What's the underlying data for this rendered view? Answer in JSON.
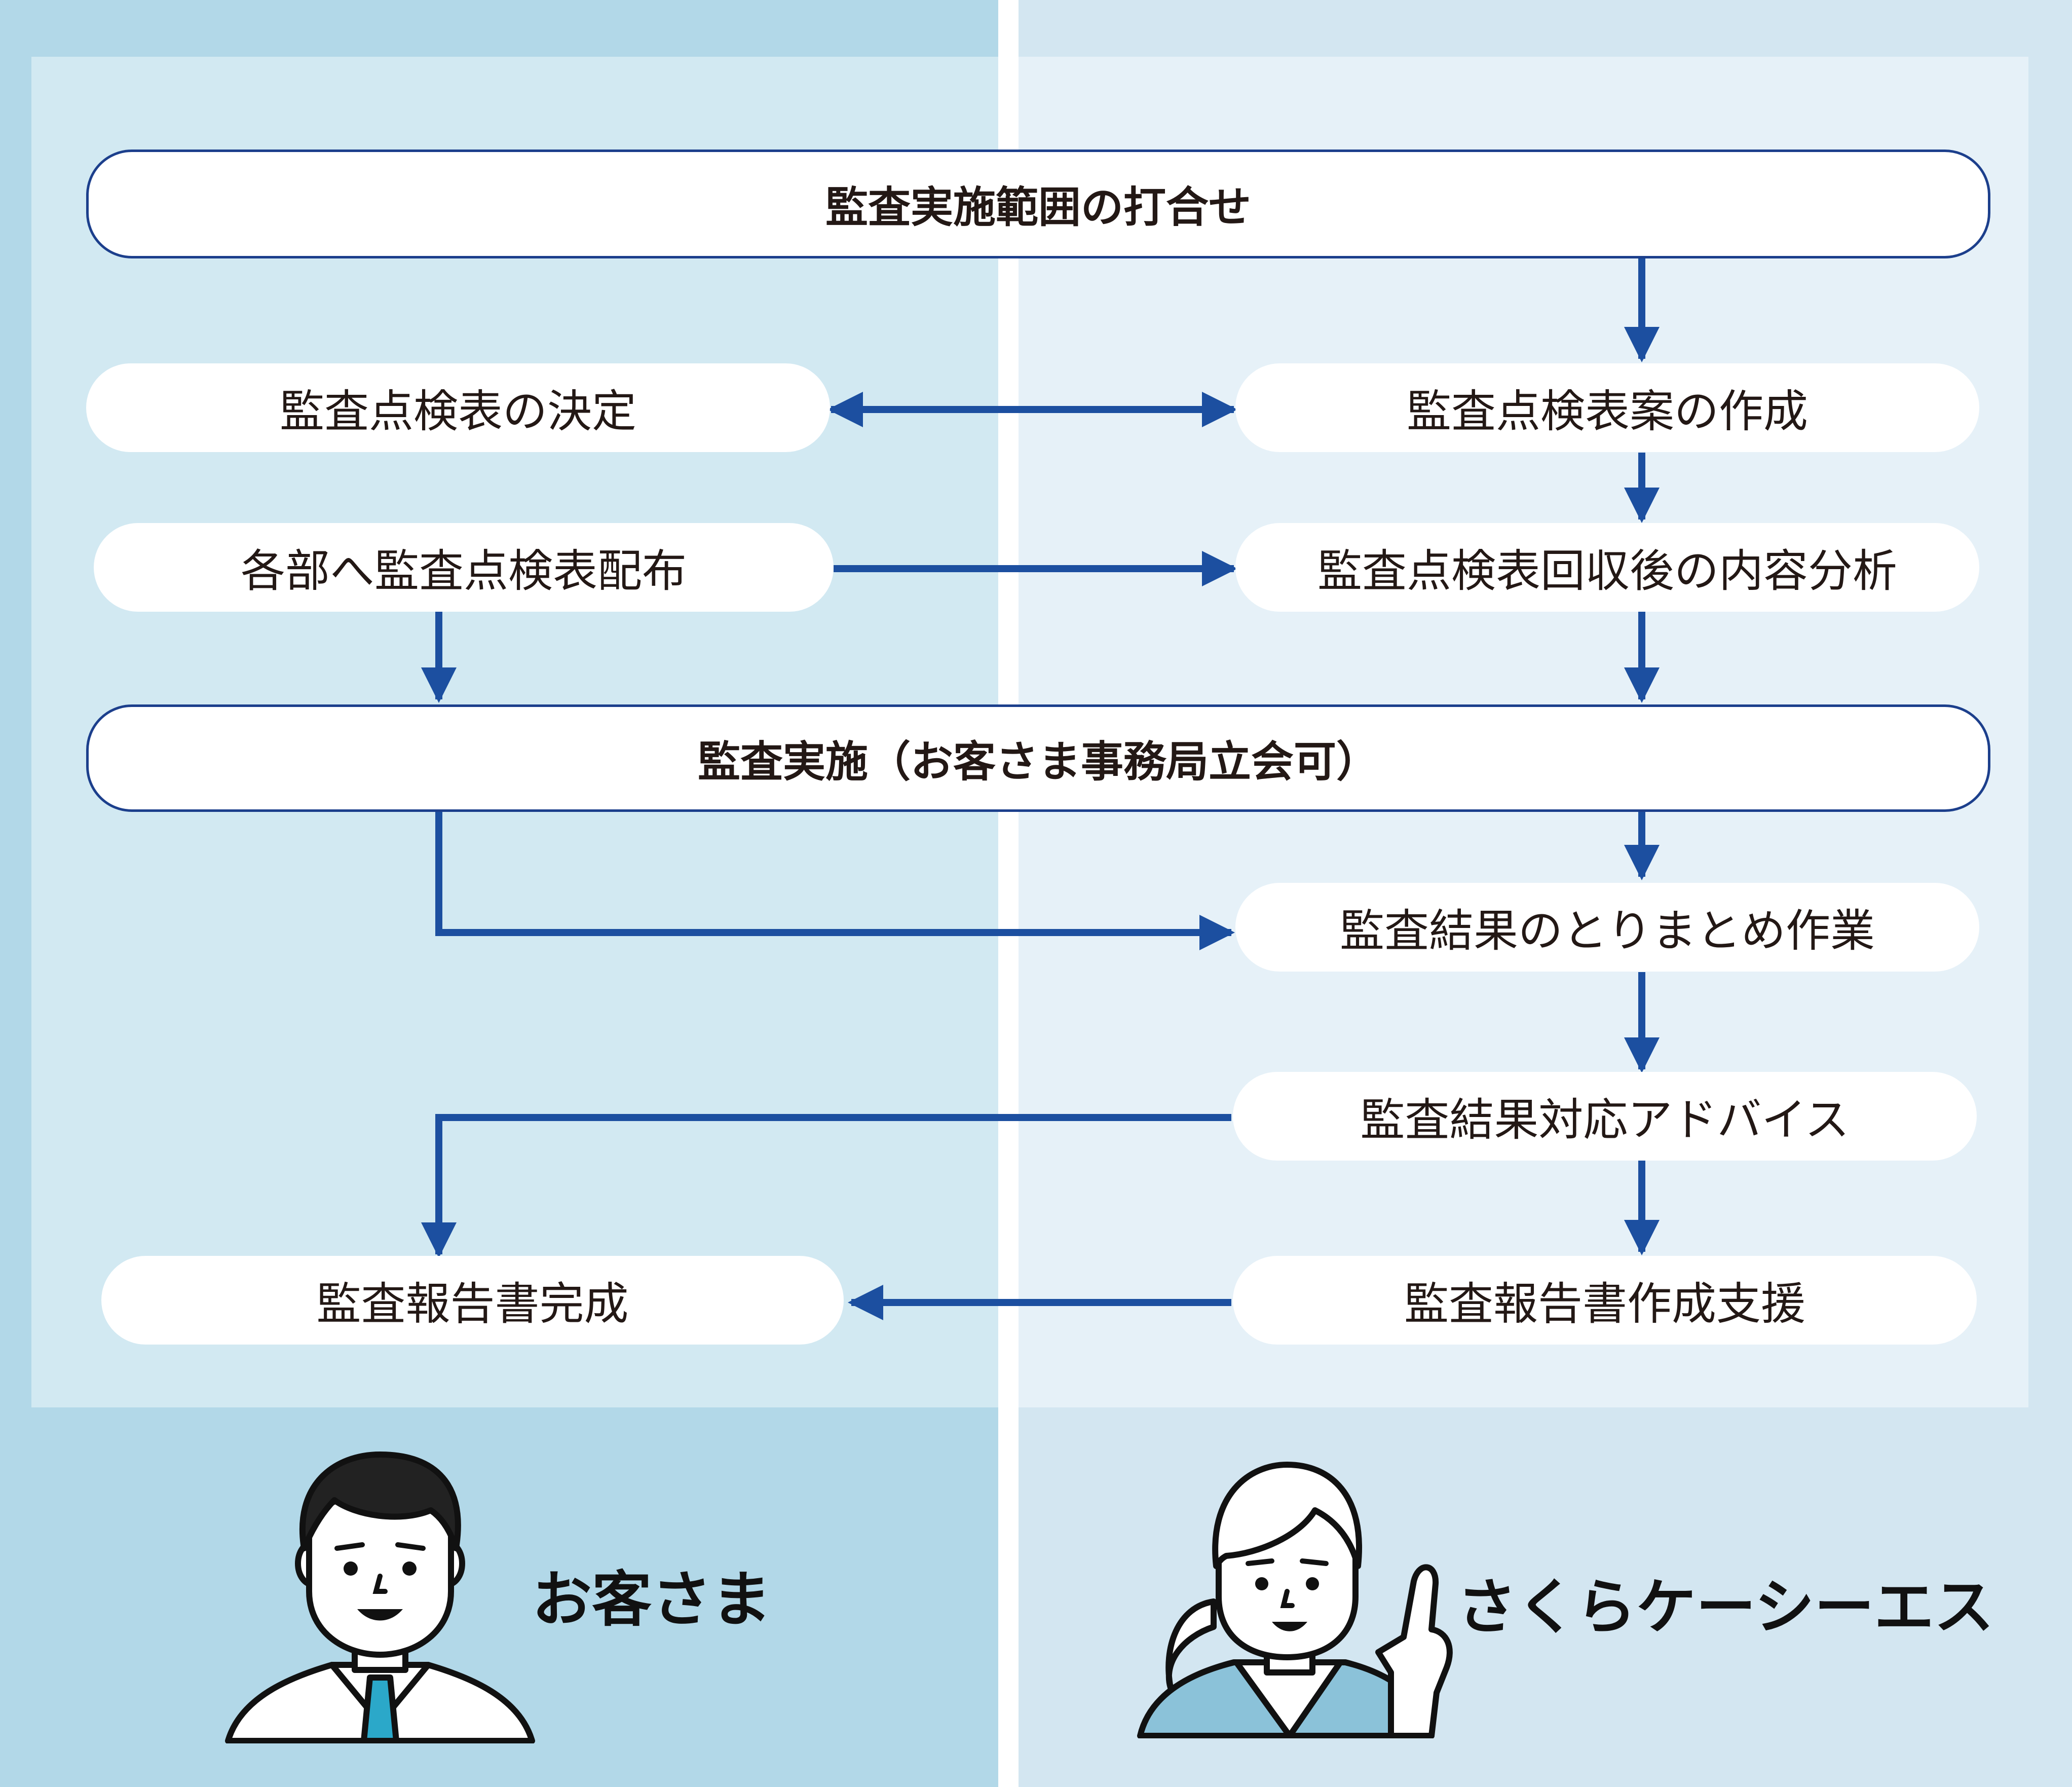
{
  "steps": {
    "scope_meeting": "監査実施範囲の打合せ",
    "checklist_decision": "監査点検表の決定",
    "checklist_draft": "監査点検表案の作成",
    "checklist_distribution": "各部へ監査点検表配布",
    "checklist_analysis": "監査点検表回収後の内容分析",
    "audit_execution": "監査実施（お客さま事務局立会可）",
    "results_summary": "監査結果のとりまとめ作業",
    "results_advice": "監査結果対応アドバイス",
    "report_completion": "監査報告書完成",
    "report_support": "監査報告書作成支援"
  },
  "parties": {
    "client": "お客さま",
    "provider": "さくらケーシーエス"
  },
  "colors": {
    "lane_left": "#b2d8e8",
    "lane_right": "#d3e6f1",
    "arrow": "#1c4fa0",
    "border": "#1c3f8c"
  }
}
